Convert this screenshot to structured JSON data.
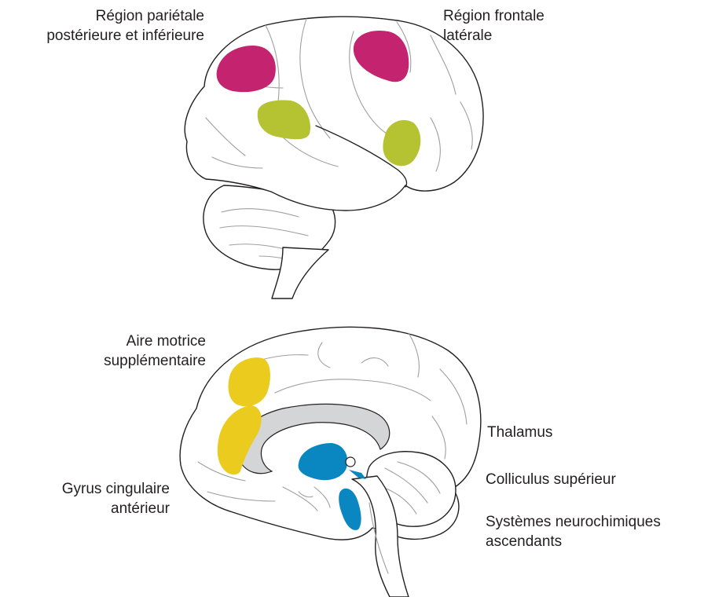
{
  "labels": {
    "parietal": [
      "Région pariétale",
      "postérieure et inférieure"
    ],
    "frontal": [
      "Région frontale",
      "latérale"
    ],
    "sma": [
      "Aire motrice",
      "supplémentaire"
    ],
    "cingulate": [
      "Gyrus cingulaire",
      "antérieur"
    ],
    "thalamus": "Thalamus",
    "colliculus": "Colliculus supérieur",
    "neurochem": [
      "Systèmes neurochimiques",
      "ascendants"
    ]
  },
  "colors": {
    "magenta": "#c4236f",
    "green": "#b5c333",
    "yellow": "#ebcb1e",
    "blue": "#0a86c0",
    "corpus_callosum": "#d4d5d7",
    "outline": "#231f20"
  }
}
